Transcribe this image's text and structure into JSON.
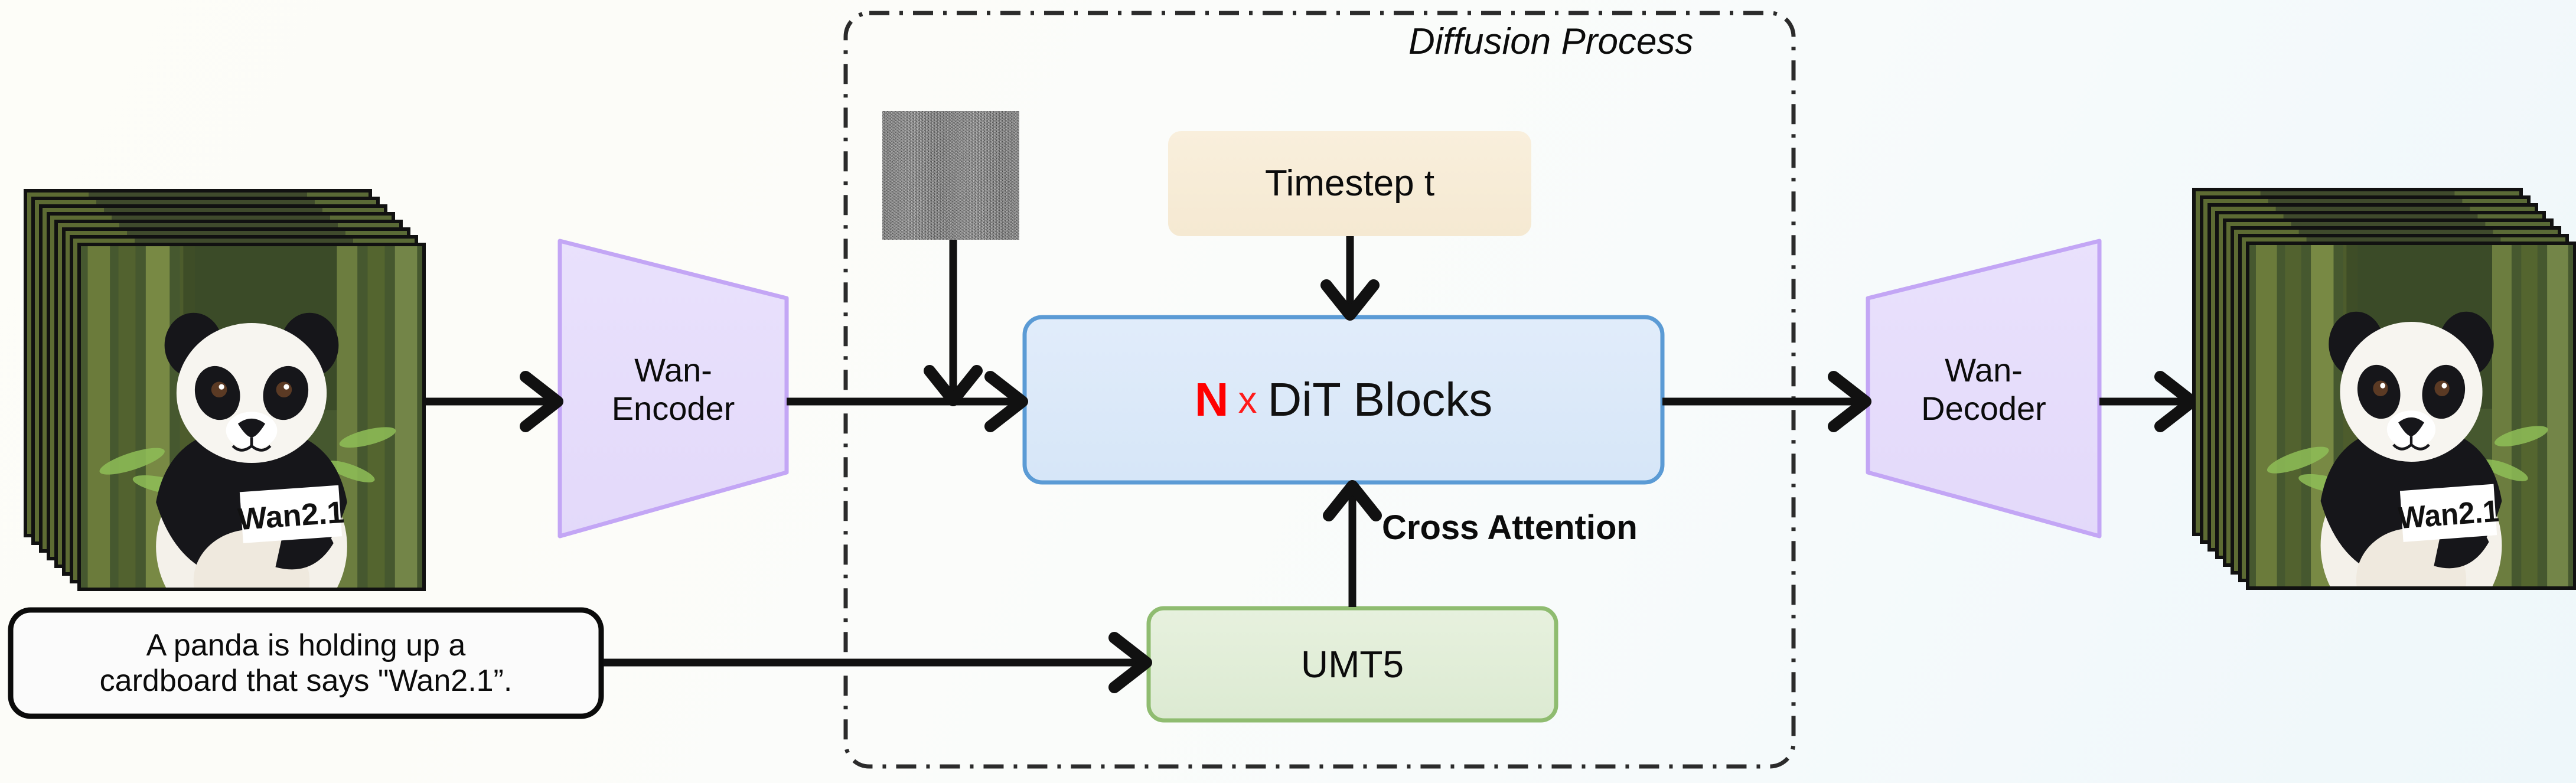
{
  "diagram": {
    "title": "Wan2.1 diffusion pipeline overview",
    "background": {
      "from": "#fdfdf8",
      "to": "#eef7fa"
    },
    "group_label": "Diffusion Process",
    "group_border_color": "#2b2b2b",
    "group_border_style": "dash-dot"
  },
  "nodes": {
    "input_video": {
      "name": "input-video-frames",
      "frame_count": 8,
      "caption": "Panda holding a cardboard sign reading Wan2.1"
    },
    "encoder": {
      "label_line1": "Wan-",
      "label_line2": "Encoder",
      "fill": "#e6ddfb",
      "stroke": "#c3a6f5",
      "shape": "trapezoid-right-narrow"
    },
    "noise": {
      "name": "gaussian-noise-latent",
      "caption": "Random noise latent"
    },
    "timestep": {
      "label": "Timestep t",
      "fill": "#f7ecd7",
      "stroke": "#f7ecd7"
    },
    "dit": {
      "label_count": "N",
      "label_times": "x",
      "label_rest": "DiT Blocks",
      "count_color": "#ff0000",
      "times_color": "#ff1a1a",
      "rest_color": "#111111",
      "fill": "#dce9f9",
      "stroke": "#5b9bd5"
    },
    "umt5": {
      "label": "UMT5",
      "fill": "#e2efda",
      "stroke": "#8fbc70"
    },
    "prompt": {
      "line1": "A panda is holding up a",
      "line2": "cardboard that says \"Wan2.1”.",
      "fill": "#fbfbfb",
      "stroke": "#0b0b0b"
    },
    "decoder": {
      "label_line1": "Wan-",
      "label_line2": "Decoder",
      "fill": "#e6ddfb",
      "stroke": "#c3a6f5",
      "shape": "trapezoid-left-narrow"
    },
    "output_video": {
      "name": "output-video-frames",
      "frame_count": 8,
      "caption": "Generated panda video frames"
    }
  },
  "edges": [
    {
      "id": "video-to-encoder",
      "label": ""
    },
    {
      "id": "encoder-to-dit",
      "label": ""
    },
    {
      "id": "noise-to-dit",
      "label": ""
    },
    {
      "id": "timestep-to-dit",
      "label": ""
    },
    {
      "id": "umt5-to-dit",
      "label": "Cross Attention"
    },
    {
      "id": "prompt-to-umt5",
      "label": ""
    },
    {
      "id": "dit-to-decoder",
      "label": ""
    },
    {
      "id": "decoder-to-output",
      "label": ""
    }
  ],
  "edge_labels": {
    "cross_attention": "Cross Attention"
  }
}
